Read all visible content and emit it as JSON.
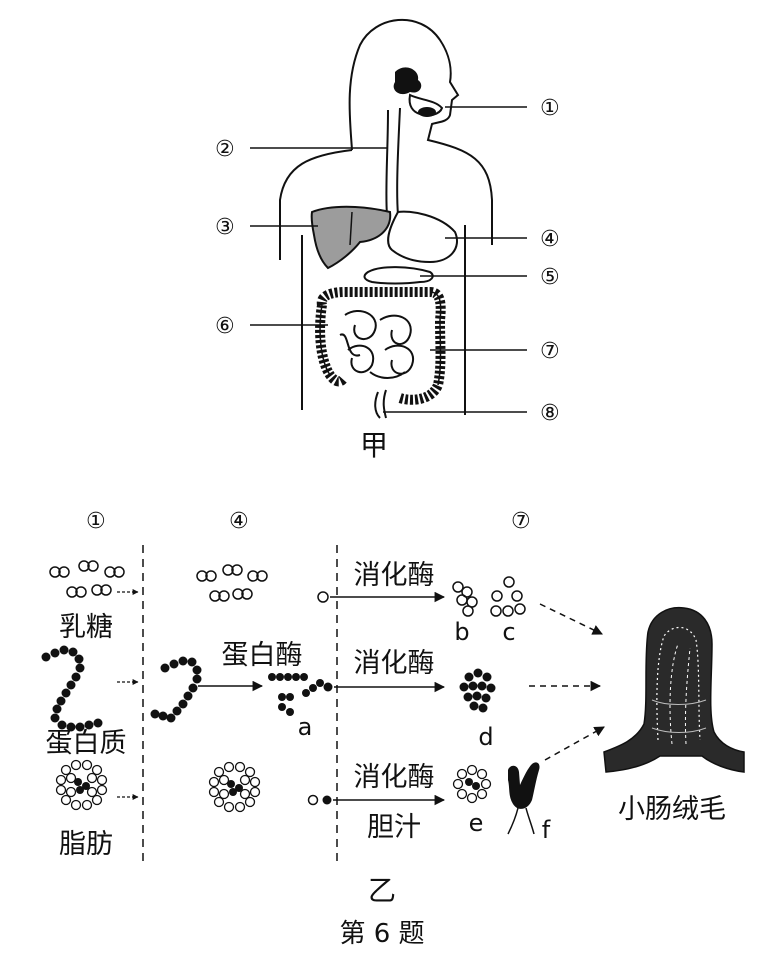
{
  "figure_a": {
    "caption": "甲",
    "markers": [
      "①",
      "②",
      "③",
      "④",
      "⑤",
      "⑥",
      "⑦",
      "⑧"
    ]
  },
  "figure_b": {
    "caption": "乙",
    "column_markers": [
      "①",
      "④",
      "⑦"
    ],
    "nutrients": [
      "乳糖",
      "蛋白质",
      "脂肪"
    ],
    "enzyme_protease": "蛋白酶",
    "enzyme_digestive": [
      "消化酶",
      "消化酶",
      "消化酶"
    ],
    "bile": "胆汁",
    "product_letters": [
      "a",
      "b",
      "c",
      "d",
      "e",
      "f"
    ],
    "villus_label": "小肠绒毛"
  },
  "problem_label": "第 6 题"
}
